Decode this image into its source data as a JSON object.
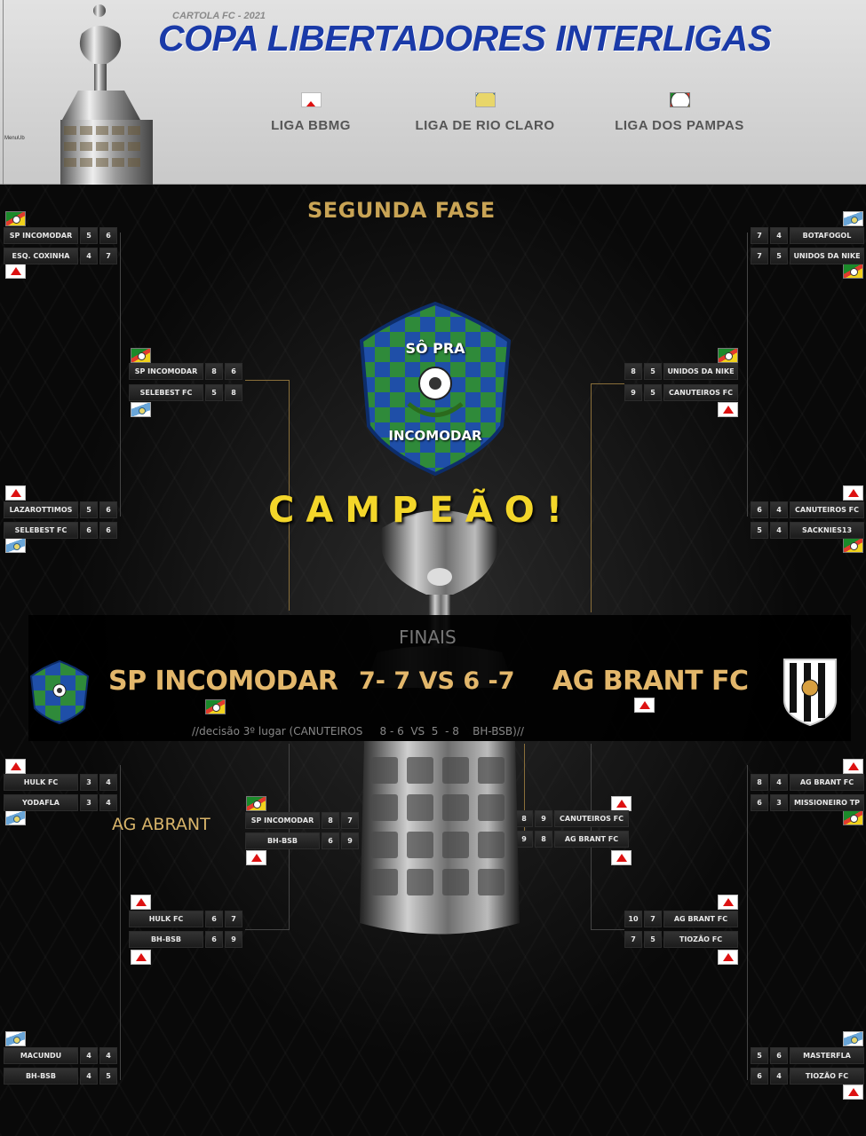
{
  "header": {
    "subtitle": "CARTOLA FC - 2021",
    "title": "COPA LIBERTADORES INTERLIGAS",
    "menu_label": "MenuUb",
    "leagues": [
      {
        "name": "LIGA BBMG",
        "flag": "mg"
      },
      {
        "name": "LIGA DE RIO CLARO",
        "flag": "rc"
      },
      {
        "name": "LIGA DOS PAMPAS",
        "flag": "rs"
      }
    ]
  },
  "phase_title": "SEGUNDA FASE",
  "champion": {
    "crest_top": "SÔ PRA",
    "crest_bottom": "INCOMODAR",
    "banner": "CAMPEÃO!"
  },
  "ag_label": "AG ABRANT",
  "finals": {
    "title": "FINAIS",
    "team1": "SP INCOMODAR",
    "score": "7- 7 VS  6 -7",
    "team2": "AG  BRANT FC",
    "third_place": "//decisão 3º lugar (CANUTEIROS     8 - 6  VS  5  - 8    BH-BSB)//"
  },
  "matches": [
    {
      "team": "SP INCOMODAR",
      "s1": "5",
      "s2": "6"
    },
    {
      "team": "ESQ. COXINHA",
      "s1": "4",
      "s2": "7"
    },
    {
      "team": "LAZAROTTIMOS",
      "s1": "5",
      "s2": "6"
    },
    {
      "team": "SELEBEST FC",
      "s1": "6",
      "s2": "6"
    },
    {
      "team": "HULK FC",
      "s1": "3",
      "s2": "4"
    },
    {
      "team": "YODAFLA",
      "s1": "3",
      "s2": "4"
    },
    {
      "team": "MACUNDU",
      "s1": "4",
      "s2": "4"
    },
    {
      "team": "BH-BSB",
      "s1": "4",
      "s2": "5"
    },
    {
      "team": "SP INCOMODAR",
      "s1": "8",
      "s2": "6"
    },
    {
      "team": "SELEBEST FC",
      "s1": "5",
      "s2": "8"
    },
    {
      "team": "HULK FC",
      "s1": "6",
      "s2": "7"
    },
    {
      "team": "BH-BSB",
      "s1": "6",
      "s2": "9"
    },
    {
      "team": "SP INCOMODAR",
      "s1": "8",
      "s2": "7"
    },
    {
      "team": "BH-BSB",
      "s1": "6",
      "s2": "9"
    },
    {
      "team": "CANUTEIROS FC",
      "s1": "8",
      "s2": "9"
    },
    {
      "team": "AG BRANT FC",
      "s1": "9",
      "s2": "8"
    },
    {
      "team": "UNIDOS DA NIKE",
      "s1": "8",
      "s2": "5"
    },
    {
      "team": "CANUTEIROS FC",
      "s1": "9",
      "s2": "5"
    },
    {
      "team": "AG BRANT FC",
      "s1": "10",
      "s2": "7"
    },
    {
      "team": "TIOZÃO FC",
      "s1": "7",
      "s2": "5"
    },
    {
      "team": "BOTAFOGOL",
      "s1": "7",
      "s2": "4"
    },
    {
      "team": "UNIDOS DA NIKE",
      "s1": "7",
      "s2": "5"
    },
    {
      "team": "CANUTEIROS FC",
      "s1": "6",
      "s2": "4"
    },
    {
      "team": "SACKNIES13",
      "s1": "5",
      "s2": "4"
    },
    {
      "team": "AG BRANT FC",
      "s1": "8",
      "s2": "4"
    },
    {
      "team": "MISSIONEIRO TP",
      "s1": "6",
      "s2": "3"
    },
    {
      "team": "MASTERFLA",
      "s1": "5",
      "s2": "6"
    },
    {
      "team": "TIOZÃO FC",
      "s1": "6",
      "s2": "4"
    }
  ]
}
